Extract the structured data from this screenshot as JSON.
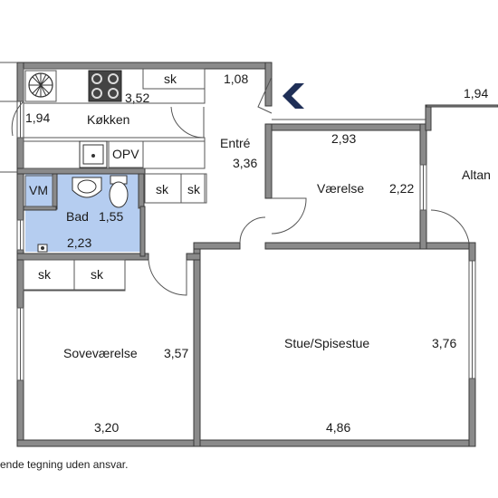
{
  "colors": {
    "wall": "#8a8a8a",
    "bath_fill": "#b5cdf0",
    "arrow": "#1f2f57"
  },
  "icons": [
    "stove-icon",
    "sink-icon",
    "washbasin-icon",
    "toilet-icon",
    "tap-icon",
    "extractor-fan-icon",
    "compass-arrow-icon"
  ],
  "rooms": {
    "kitchen": {
      "name": "Køkken",
      "width": "3,52",
      "depth": "1,94"
    },
    "entrance": {
      "name": "Entré",
      "width": "1,08",
      "depth": "3,36"
    },
    "room": {
      "name": "Værelse",
      "width": "2,93",
      "depth": "2,22"
    },
    "balcony": {
      "name": "Altan",
      "width": "1,94"
    },
    "bath": {
      "name": "Bad",
      "width": "1,55",
      "depth": "2,23"
    },
    "bedroom": {
      "name": "Soveværelse",
      "width": "3,20",
      "depth": "3,57"
    },
    "living": {
      "name": "Stue/Spisestue",
      "width": "4,86",
      "depth": "3,76"
    }
  },
  "fixtures": {
    "sk": "sk",
    "opv": "OPV",
    "vm": "VM"
  },
  "footer": "ende tegning uden ansvar."
}
